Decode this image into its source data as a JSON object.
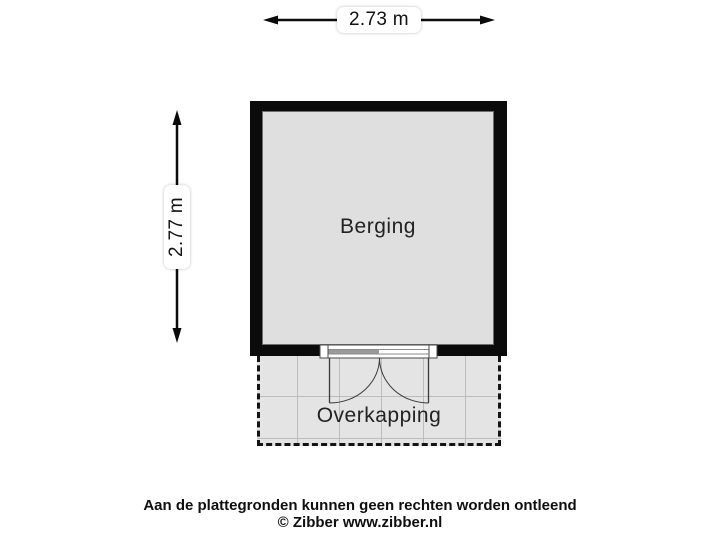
{
  "floorplan": {
    "rooms": [
      {
        "id": "berging",
        "label": "Berging"
      },
      {
        "id": "overkapping",
        "label": "Overkapping"
      }
    ],
    "dimensions": {
      "width": {
        "label": "2.73 m"
      },
      "height": {
        "label": "2.77 m"
      }
    },
    "features": [
      "double-door-opening-to-canopy",
      "dashed-canopy-boundary",
      "tiled-canopy-floor"
    ]
  },
  "footer": {
    "disclaimer": "Aan de plattegronden kunnen geen rechten worden ontleend",
    "copyright": "© Zibber www.zibber.nl"
  },
  "colors": {
    "background": "#ffffff",
    "wall": "#0b0b0b",
    "room_fill": "#dfdfdf",
    "canopy_fill": "#e4e4e4",
    "grid_line": "#bcbcbc",
    "text": "#1c1c1c"
  }
}
